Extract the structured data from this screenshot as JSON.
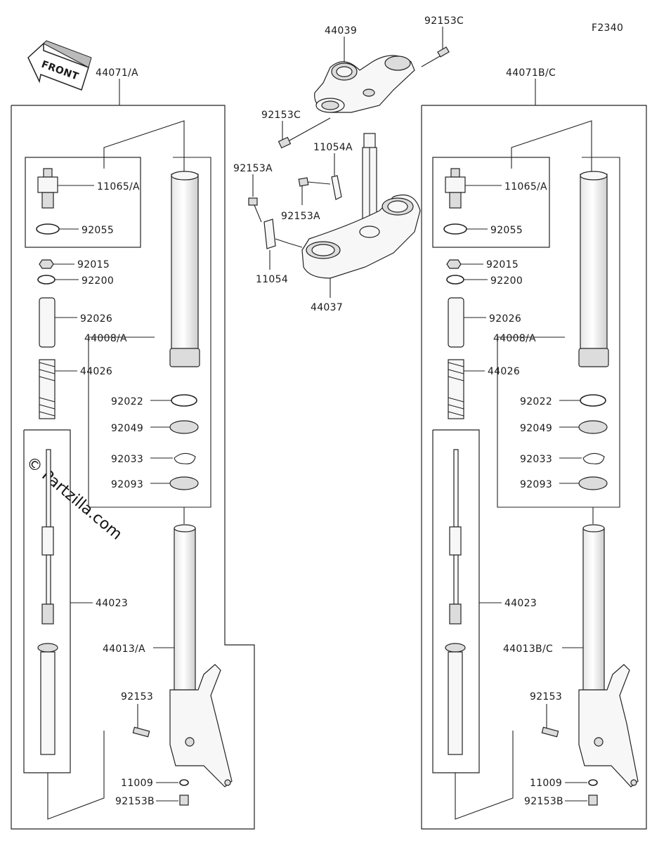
{
  "figure_code": "F2340",
  "direction_arrow": {
    "text": "FRONT",
    "icon": "front-arrow-icon"
  },
  "watermark": "© Partzilla.com",
  "labels": {
    "top_bracket": "44039",
    "bolt_92153c_top": "92153C",
    "bolt_92153c_mid": "92153C",
    "bracket_11054a": "11054A",
    "bolt_92153a_left": "92153A",
    "bolt_92153a_mid": "92153A",
    "bracket_11054": "11054",
    "stem_44037": "44037",
    "left": {
      "assembly": "44071/A",
      "cap": "11065/A",
      "oring": "92055",
      "nut": "92015",
      "washer": "92200",
      "collar": "92026",
      "spring": "44026",
      "inner_tube": "44008/A",
      "ring_92022": "92022",
      "seal_92049": "92049",
      "clip_92033": "92033",
      "seal_92093": "92093",
      "damper": "44023",
      "outer_tube": "44013/A",
      "bolt_92153": "92153",
      "gasket": "11009",
      "bolt_92153b": "92153B"
    },
    "right": {
      "assembly": "44071B/C",
      "cap": "11065/A",
      "oring": "92055",
      "nut": "92015",
      "washer": "92200",
      "collar": "92026",
      "spring": "44026",
      "inner_tube": "44008/A",
      "ring_92022": "92022",
      "seal_92049": "92049",
      "clip_92033": "92033",
      "seal_92093": "92093",
      "damper": "44023",
      "outer_tube": "44013B/C",
      "bolt_92153": "92153",
      "gasket": "11009",
      "bolt_92153b": "92153B"
    }
  }
}
